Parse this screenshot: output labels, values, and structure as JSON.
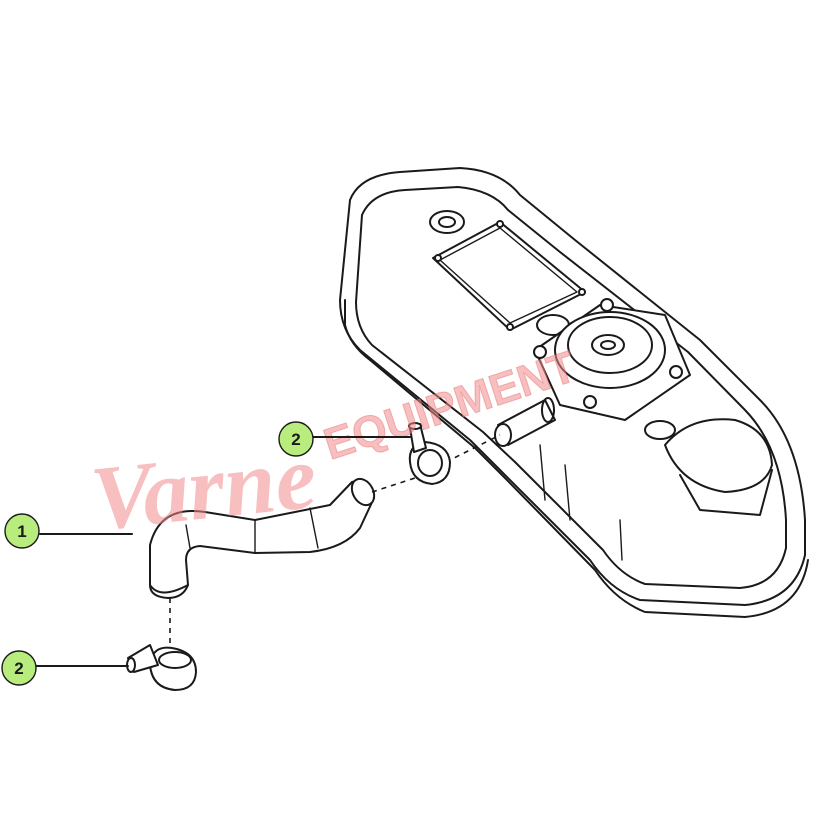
{
  "callouts": [
    {
      "label": "1",
      "part": "hose"
    },
    {
      "label": "2",
      "part": "hose-clamp-upper"
    },
    {
      "label": "2",
      "part": "hose-clamp-lower"
    }
  ],
  "watermark": {
    "script_text": "Varne",
    "block_text": "EQUIPMENT"
  },
  "colors": {
    "callout_fill": "#b8ec7c",
    "watermark": "#f08a8a",
    "line": "#1a1a1a"
  }
}
